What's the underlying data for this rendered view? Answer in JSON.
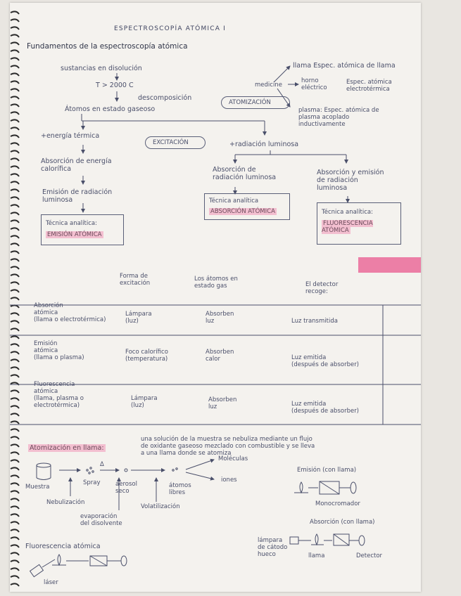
{
  "title": "ESPECTROSCOPÍA ATÓMICA I",
  "subtitle": "Fundamentos de la espectroscopía atómica",
  "flow": {
    "sustancias": "sustancias en disolución",
    "temp": "T > 2000 C",
    "descomp": "descomposición",
    "atomos": "Átomos en estado gaseoso",
    "atomizacion_oval": "ATOMIZACIÓN",
    "llama": "llama Espec. atómica de llama",
    "medicine": "medicine",
    "horno": "horno\neléctrico",
    "horno_desc": "Espec. atómica\nelectrotérmica",
    "plasma": "plasma: Espec. atómica de\nplasma acoplado\ninductivamente",
    "energia": "+energía térmica",
    "excitacion_oval": "EXCITACIÓN",
    "radiacion": "+radiación luminosa",
    "absorcion_calorifica": "Absorción de energía\ncalorífica",
    "emision_radiacion": "Emisión de radiación\nluminosa",
    "tecnica1_label": "Técnica analítica:",
    "tecnica1_value": "EMISIÓN ATÓMICA",
    "abs_rad": "Absorción de\nradiación luminosa",
    "tecnica2_label": "Técnica analítica",
    "tecnica2_value": "ABSORCIÓN ATÓMICA",
    "abs_emision": "Absorción y emisión\nde radiación\nluminosa",
    "tecnica3_label": "Técnica analítica:",
    "tecnica3_value": "FLUORESCENCIA\nATÓMICA"
  },
  "table": {
    "headers": [
      "Forma de\nexcitación",
      "Los átomos en\nestado gas",
      "El detector\nrecoge:"
    ],
    "rows": [
      [
        "Absorción\natómica\n(llama o electrotérmica)",
        "Lámpara\n(luz)",
        "Absorben\nluz",
        "Luz transmitida"
      ],
      [
        "Emisión\natómica\n(llama o plasma)",
        "Foco calorífico\n(temperatura)",
        "Absorben\ncalor",
        "Luz emitida\n(después de absorber)"
      ],
      [
        "Fluorescencia\natómica\n(llama, plasma o\nelectrotérmica)",
        "Lámpara\n(luz)",
        "Absorben\nluz",
        "Luz emitida\n(después de absorber)"
      ]
    ]
  },
  "atomizacion": {
    "heading": "Atomización en llama:",
    "description": "una solución de la muestra se nebuliza mediante un flujo\nde oxidante gaseoso mezclado con combustible y se lleva\na una llama donde se atomiza",
    "muestra": "Muestra",
    "spray": "Spray",
    "delta": "Δ",
    "aerosol": "aerosol\nseco",
    "atomos_libres": "átomos\nlibres",
    "moleculas": "Moléculas",
    "iones": "iones",
    "nebulizacion": "Nebulización",
    "evaporacion": "evaporación\ndel disolvente",
    "volatilizacion": "Volatilización",
    "emision_llama": "Emisión (con llama)",
    "monocromador": "Monocromador",
    "absorcion_llama": "Absorción (con llama)",
    "lampara_catodo": "lámpara\nde cátodo\nhueco",
    "llama": "llama",
    "detector": "Detector",
    "fluorescencia": "Fluorescencia atómica",
    "laser": "láser"
  }
}
